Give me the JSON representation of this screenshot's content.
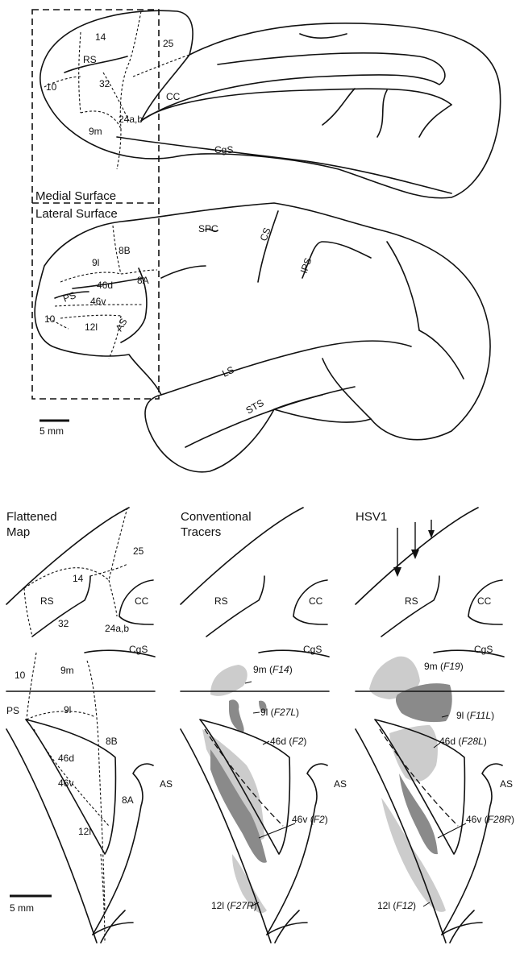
{
  "lateral_view": {
    "medial_surface_label": "Medial Surface",
    "lateral_surface_label": "Lateral Surface",
    "scale_bar_label": "5 mm",
    "medial_areas": [
      "14",
      "25",
      "RS",
      "10",
      "32",
      "CC",
      "24a,b",
      "9m",
      "CgS"
    ],
    "lateral_areas": [
      "SPC",
      "CS",
      "IPS",
      "8B",
      "9l",
      "46d",
      "8A",
      "PS",
      "46v",
      "10",
      "12l",
      "AS",
      "LS",
      "STS"
    ]
  },
  "panels": [
    {
      "title_line1": "Flattened",
      "title_line2": "Map",
      "labels": [
        "25",
        "14",
        "CC",
        "RS",
        "32",
        "24a,b",
        "CgS",
        "10",
        "9m",
        "9l",
        "PS",
        "8B",
        "46d",
        "46v",
        "AS",
        "8A",
        "12l"
      ],
      "scale_bar_label": "5 mm"
    },
    {
      "title_line1": "Conventional",
      "title_line2": "Tracers",
      "labels": [
        "RS",
        "CC",
        "CgS",
        "AS"
      ],
      "injections": [
        {
          "area": "9m",
          "case": "F14"
        },
        {
          "area": "9l",
          "case": "F27L"
        },
        {
          "area": "46d",
          "case": "F2"
        },
        {
          "area": "46v",
          "case": "F2"
        },
        {
          "area": "12l",
          "case": "F27R"
        }
      ]
    },
    {
      "title_line1": "HSV1",
      "title_line2": "",
      "labels": [
        "RS",
        "CC",
        "CgS",
        "AS"
      ],
      "injections": [
        {
          "area": "9m",
          "case": "F19"
        },
        {
          "area": "9l",
          "case": "F11L"
        },
        {
          "area": "46d",
          "case": "F28L"
        },
        {
          "area": "46v",
          "case": "F28R"
        },
        {
          "area": "12l",
          "case": "F12"
        }
      ]
    }
  ],
  "colors": {
    "light_label": "#cccccc",
    "dark_label": "#8a8a8a",
    "line": "#111111"
  }
}
